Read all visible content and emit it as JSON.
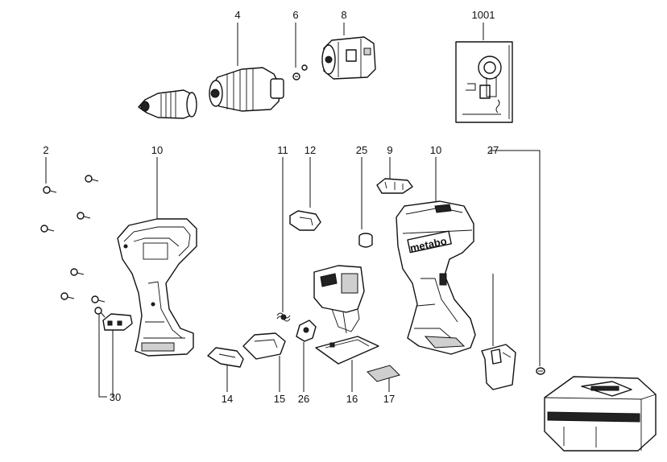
{
  "callouts": {
    "c4": "4",
    "c6": "6",
    "c8": "8",
    "c1001": "1001",
    "c2": "2",
    "c10a": "10",
    "c11": "11",
    "c12": "12",
    "c25": "25",
    "c9": "9",
    "c10b": "10",
    "c27": "27",
    "c30": "30",
    "c14": "14",
    "c15": "15",
    "c26": "26",
    "c16": "16",
    "c17": "17"
  },
  "housing_brand": "metabo"
}
